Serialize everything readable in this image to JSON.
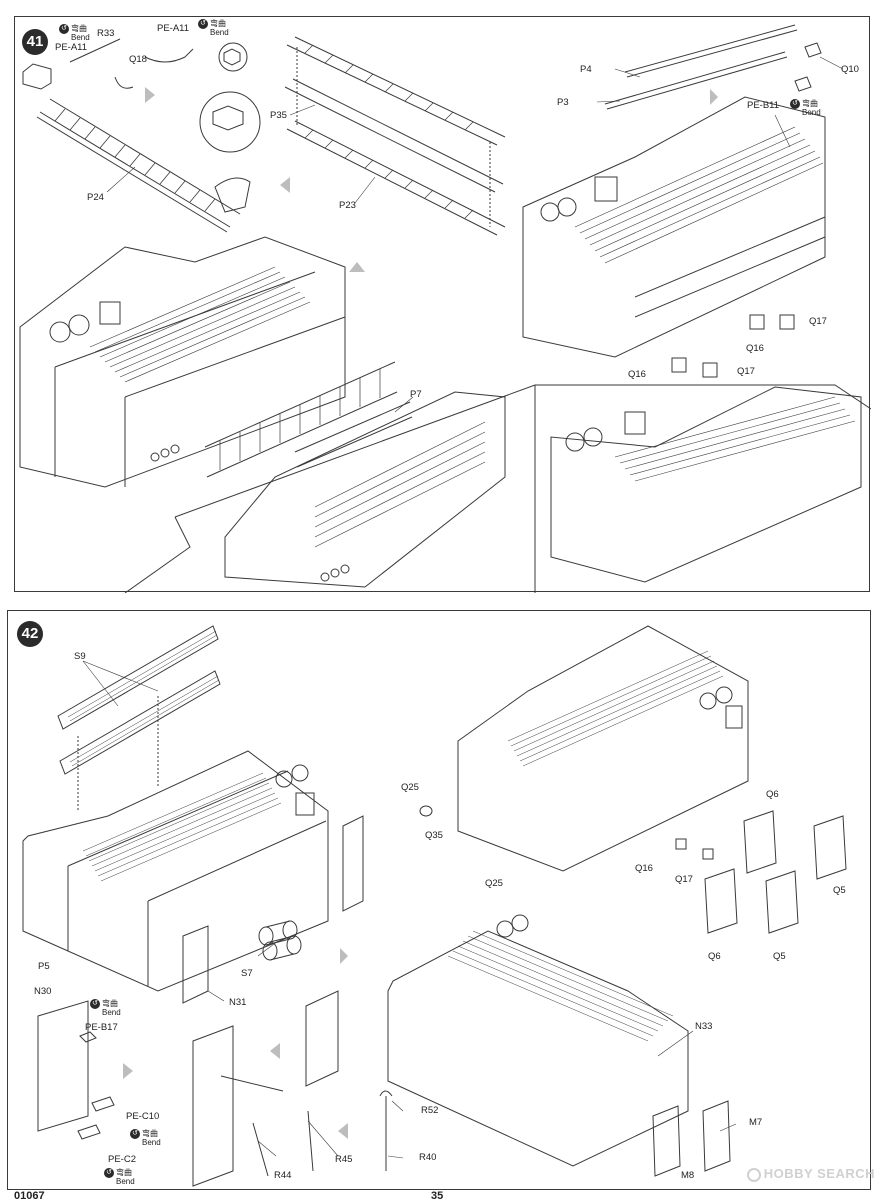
{
  "steps": [
    {
      "number": "41",
      "labels": {
        "pe_a11_left": "PE-A11",
        "pe_a11_top": "PE-A11",
        "r33": "R33",
        "q18": "Q18",
        "p24": "P24",
        "p35": "P35",
        "p23": "P23",
        "p7": "P7",
        "p4": "P4",
        "p3": "P3",
        "q10": "Q10",
        "pe_b11": "PE-B11",
        "q17_a": "Q17",
        "q16_a": "Q16",
        "q16_b": "Q16",
        "q17_b": "Q17"
      },
      "bend_notes": [
        {
          "zh": "弯曲",
          "en": "Bend"
        },
        {
          "zh": "弯曲",
          "en": "Bend"
        },
        {
          "zh": "弯曲",
          "en": "Bend"
        }
      ]
    },
    {
      "number": "42",
      "labels": {
        "s9": "S9",
        "p5": "P5",
        "s7": "S7",
        "n31": "N31",
        "n30": "N30",
        "pe_b17": "PE-B17",
        "pe_c10": "PE-C10",
        "pe_c2": "PE-C2",
        "r44": "R44",
        "r45": "R45",
        "r52": "R52",
        "r40": "R40",
        "q25_a": "Q25",
        "q35": "Q35",
        "q25_b": "Q25",
        "q16": "Q16",
        "q17": "Q17",
        "q6_a": "Q6",
        "q5_a": "Q5",
        "q6_b": "Q6",
        "q5_b": "Q5",
        "n33": "N33",
        "m7": "M7",
        "m8": "M8"
      },
      "bend_notes": [
        {
          "zh": "弯曲",
          "en": "Bend"
        },
        {
          "zh": "弯曲",
          "en": "Bend"
        },
        {
          "zh": "弯曲",
          "en": "Bend"
        }
      ]
    }
  ],
  "footer": {
    "catalog_number": "01067",
    "page_number": "35"
  },
  "watermark": "HOBBY SEARCH",
  "colors": {
    "line": "#3a3a3a",
    "arrow": "#bdbdbd",
    "badge": "#2b2b2b",
    "watermark": "#d0d0d0"
  }
}
